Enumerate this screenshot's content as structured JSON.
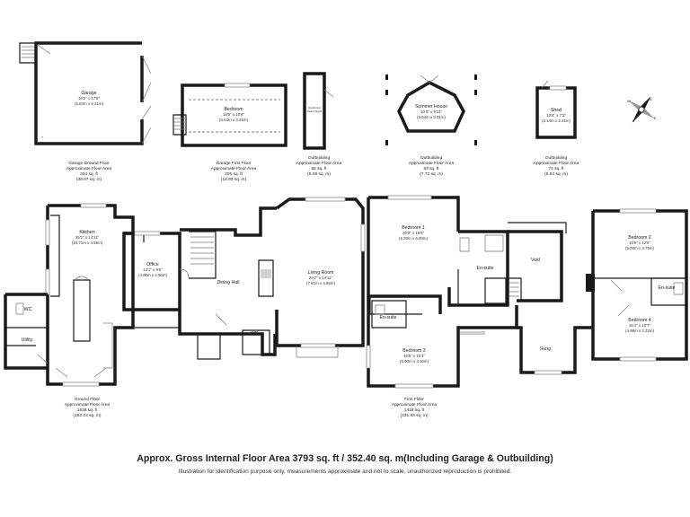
{
  "garage_ground": {
    "room": "Garage",
    "room_dim": "19'2\" x 17'5\"",
    "room_metric": "(5.84m x 5.31m)",
    "cap1": "Garage Ground Floor",
    "cap2": "Approximate Floor Area",
    "cap3": "334 sq. ft",
    "cap4": "(30.07 sq. m)"
  },
  "garage_first": {
    "room": "Bedroom",
    "room_dim": "18'6\" x 10'6\"",
    "room_metric": "(5.63m x 3.21m)",
    "cap1": "Garage First Floor",
    "cap2": "Approximate Floor Area",
    "cap3": "205 sq. ft",
    "cap4": "(18.93 sq. m)"
  },
  "outbuilding_store": {
    "label1": "Restricted",
    "label2": "Head Height",
    "cap1": "Outbuilding",
    "cap2": "Approximate Floor Area",
    "cap3": "55 sq. ft",
    "cap4": "(5.09 sq. m)"
  },
  "summer_house": {
    "room": "Summer House",
    "room_dim": "10'0\" x 9'11\"",
    "room_metric": "(3.04m x 3.01m)",
    "cap1": "Outbuilding",
    "cap2": "Approximate Floor Area",
    "cap3": "83 sq. ft",
    "cap4": "(7.72 sq. m)"
  },
  "shed": {
    "room": "Shed",
    "room_dim": "10'4\" x 7'3\"",
    "room_metric": "(3.14m x 2.21m)",
    "cap1": "Outbuilding",
    "cap2": "Approximate Floor Area",
    "cap3": "74 sq. ft",
    "cap4": "(6.84 sq. m)"
  },
  "compass": {
    "n": "N",
    "e": "E",
    "s": "S",
    "w": "W"
  },
  "ground_floor": {
    "kitchen": "Kitchen",
    "kitchen_dim": "35'2\" x 14'11\"",
    "kitchen_metric": "(10.71m x 4.55m)",
    "office": "Office",
    "office_dim": "13'1\" x 8'5\"",
    "office_metric": "(4.00m x 2.56m)",
    "dining": "Dining Hall",
    "living": "Living Room",
    "living_dim": "25'7\" x 14'11\"",
    "living_metric": "(7.81m x 4.55m)",
    "wc1": "WC",
    "wc2": "WC",
    "utility": "Utility",
    "cap1": "Ground Floor",
    "cap2": "Approximate Floor Area",
    "cap3": "1638 sq. ft",
    "cap4": "(152.23 sq. m)"
  },
  "first_floor": {
    "bed1": "Bedroom 1",
    "bed1_dim": "20'8\" x 16'5\"",
    "bed1_metric": "(6.30m x 5.00m)",
    "ensuite1": "En-suite",
    "ensuite2": "En-suite",
    "ensuite3": "En-suite",
    "bed3": "Bedroom 3",
    "bed3_dim": "16'5\" x 10'4\"",
    "bed3_metric": "(5.00m x 3.16m)",
    "void": "Void",
    "sung": "Sung",
    "bed2": "Bedroom 2",
    "bed2_dim": "16'5\" x 12'5\"",
    "bed2_metric": "(5.00m x 3.79m)",
    "bed4": "Bedroom 4",
    "bed4_dim": "16'4\" x 10'7\"",
    "bed4_metric": "(4.98m x 3.22m)",
    "cap1": "First Floor",
    "cap2": "Approximate Floor Area",
    "cap3": "1418 sq. ft",
    "cap4": "(131.83 sq. m)"
  },
  "footer": {
    "main": "Approx. Gross Internal Floor Area 3793 sq. ft / 352.40 sq. m(Including Garage & Outbuilding)",
    "note": "Illustration for identification purpose only, measurements approximate and not to scale, unauthorized reproduction is prohibited."
  }
}
